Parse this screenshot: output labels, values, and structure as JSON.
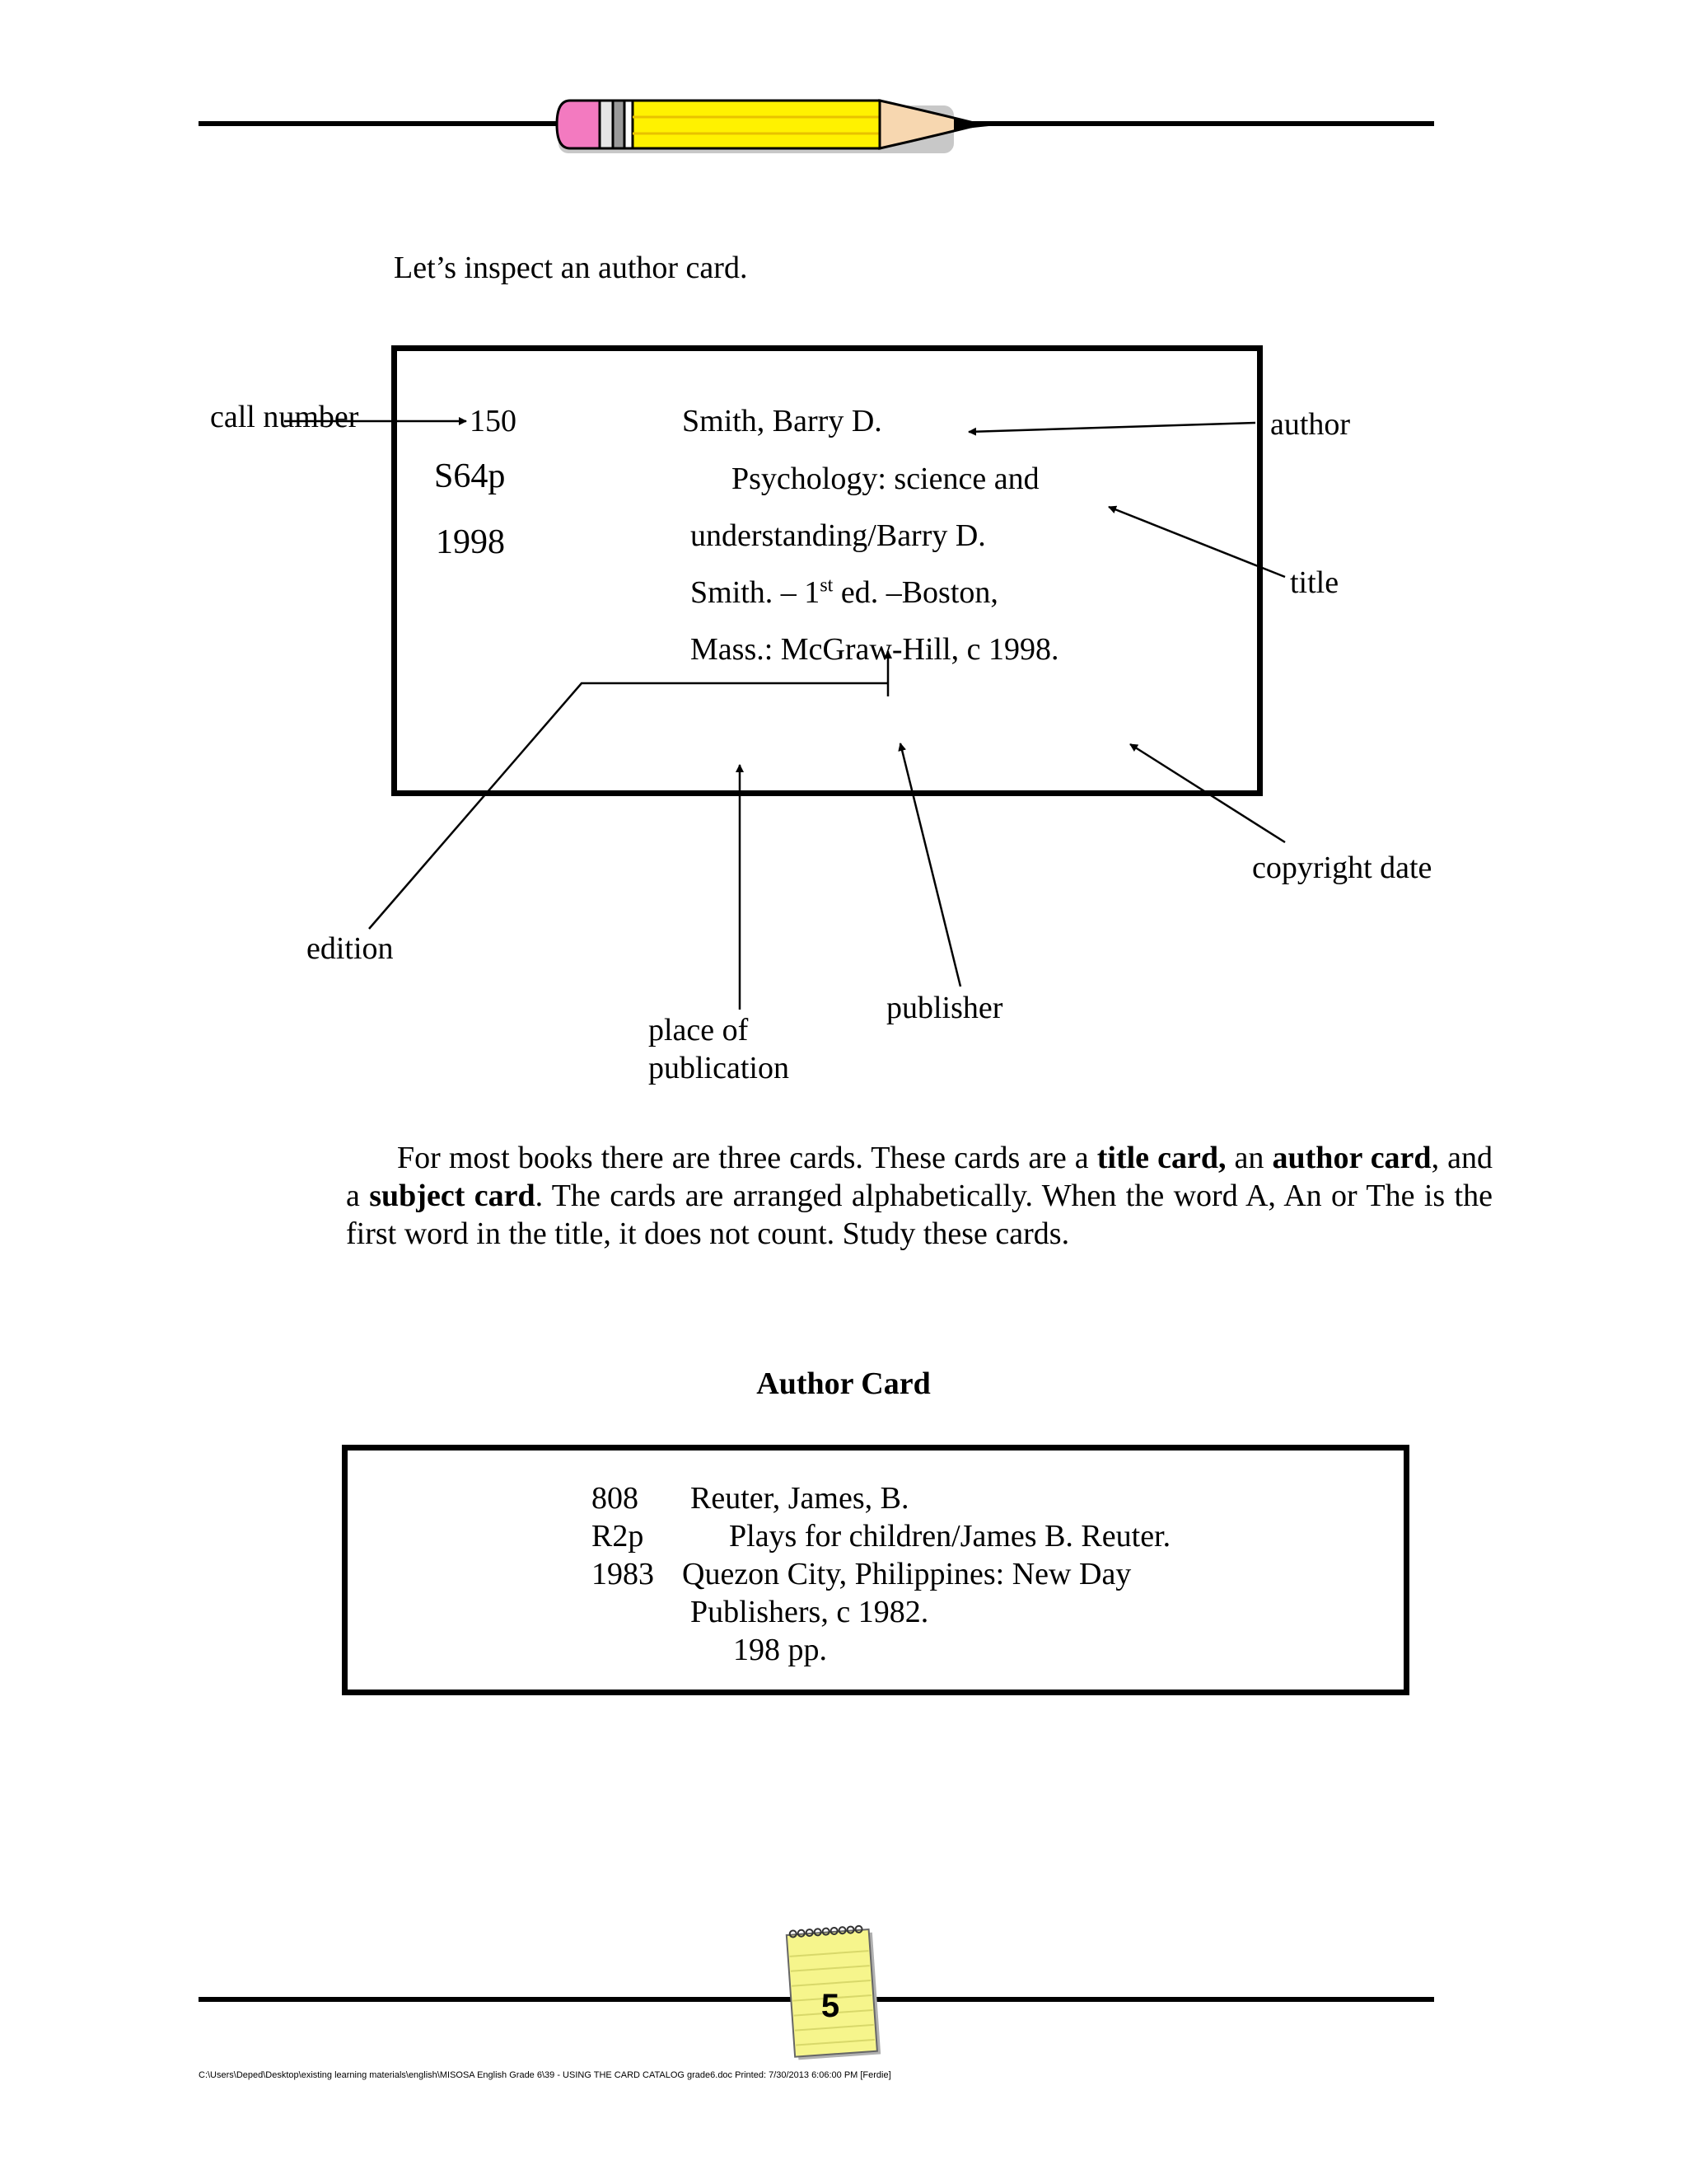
{
  "intro": "Let’s inspect an author card.",
  "diagram": {
    "card": {
      "call_number": "150",
      "call_letters": "S64p",
      "call_year": "1998",
      "author_line": "Smith, Barry D.",
      "title_line1": "Psychology: science and",
      "title_line2": "understanding/Barry D.",
      "edition_line_pre": "Smith. – 1",
      "edition_sup": "st",
      "edition_line_post": " ed. –Boston,",
      "publisher_line": "Mass.: McGraw-Hill, c 1998."
    },
    "labels": {
      "call_number": "call number",
      "author": "author",
      "title": "title",
      "copyright_date": "copyright date",
      "edition": "edition",
      "publisher": "publisher",
      "place_line1": "place of",
      "place_line2": "publication"
    }
  },
  "paragraph": {
    "p1": "For most books there are three cards. These cards are a ",
    "b1": "title card,",
    "p2": " an ",
    "b2": "author card",
    "p3": ", and a ",
    "b3": "subject card",
    "p4": ". The cards are arranged alphabetically. When the word A, An or The is the first word in the title, it does not count. Study these cards."
  },
  "author_card": {
    "heading": "Author Card",
    "rows": [
      {
        "call": "808",
        "text": "Reuter, James, B."
      },
      {
        "call": "R2p",
        "text": "Plays for children/James B. Reuter."
      },
      {
        "call": "1983",
        "text": "Quezon City, Philippines: New Day"
      },
      {
        "call": "",
        "text": "Publishers, c 1982."
      },
      {
        "call": "",
        "text": "198 pp."
      }
    ]
  },
  "footer": {
    "page_number": "5",
    "path": "C:\\Users\\Deped\\Desktop\\existing learning materials\\english\\MISOSA English Grade 6\\39 - USING THE CARD CATALOG grade6.doc Printed: 7/30/2013 6:06:00 PM [Ferdie]"
  }
}
